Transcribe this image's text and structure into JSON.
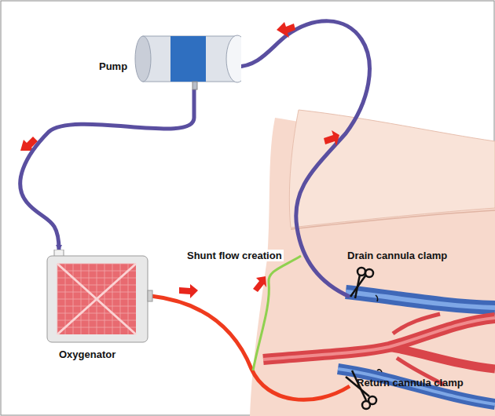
{
  "diagram": {
    "nodes": [
      {
        "text": [
          "Pump"
        ]
      },
      {
        "text": [
          "Oxygenator"
        ]
      }
    ],
    "edges": [
      {
        "from": 0,
        "to": 1,
        "arrow": "to"
      }
    ],
    "labels": [
      "Shunt flow creation",
      "Drain cannula clamp",
      "Return cannula clamp"
    ]
  }
}
